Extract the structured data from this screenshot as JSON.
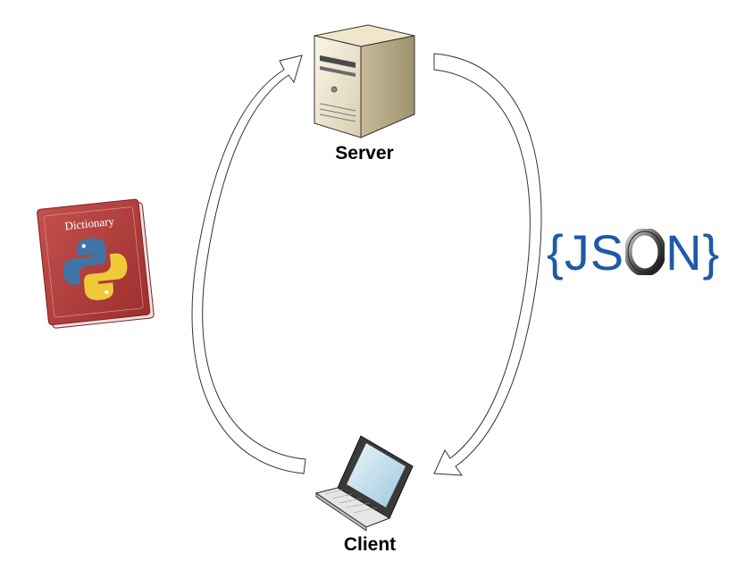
{
  "diagram": {
    "server_label": "Server",
    "client_label": "Client",
    "dictionary_book": {
      "title": "Dictionary",
      "icon": "python-logo-icon"
    },
    "json_logo": {
      "text_before": "{JS",
      "text_after": "N}",
      "icon": "json-logo-icon"
    },
    "arrows": [
      {
        "from": "Client",
        "to": "Server",
        "icon": "curved-arrow-icon"
      },
      {
        "from": "Server",
        "to": "Client",
        "icon": "curved-arrow-icon"
      }
    ],
    "colors": {
      "json_blue": "#1e5aa8",
      "book_red": "#b8403e"
    }
  }
}
